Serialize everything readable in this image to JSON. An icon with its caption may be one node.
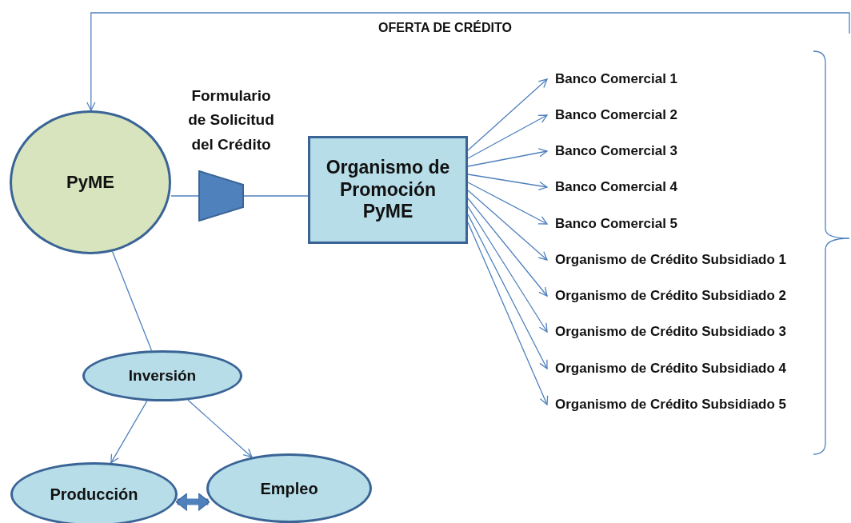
{
  "diagram": {
    "nodes": [
      {
        "text": [
          "PyME"
        ]
      },
      {
        "text": [],
        "shape": "trapezoid"
      },
      {
        "text": [
          "Organismo de Promoción PyME"
        ]
      },
      {
        "text": [
          "Banco Comercial 1"
        ]
      },
      {
        "text": [
          "Banco Comercial 2"
        ]
      },
      {
        "text": [
          "Banco Comercial 3"
        ]
      },
      {
        "text": [
          "Banco Comercial 4"
        ]
      },
      {
        "text": [
          "Banco Comercial 5"
        ]
      },
      {
        "text": [
          "Organismo de Crédito Subsidiado 1"
        ]
      },
      {
        "text": [
          "Organismo de Crédito Subsidiado 2"
        ]
      },
      {
        "text": [
          "Organismo de Crédito Subsidiado 3"
        ]
      },
      {
        "text": [
          "Organismo de Crédito Subsidiado 4"
        ]
      },
      {
        "text": [
          "Organismo de Crédito Subsidiado 5"
        ]
      },
      {
        "text": [
          "Inversión"
        ]
      },
      {
        "text": [
          "Producción"
        ]
      },
      {
        "text": [
          "Empleo"
        ]
      }
    ],
    "edges": [
      {
        "from": null,
        "to": 0,
        "arrow": "to",
        "label": "OFERTA DE CRÉDITO"
      },
      {
        "from": 0,
        "to": 1,
        "arrow": "none"
      },
      {
        "from": 1,
        "to": 2,
        "arrow": "none"
      },
      {
        "from": 2,
        "to": 3,
        "arrow": "to"
      },
      {
        "from": 2,
        "to": 4,
        "arrow": "to"
      },
      {
        "from": 2,
        "to": 5,
        "arrow": "to"
      },
      {
        "from": 2,
        "to": 6,
        "arrow": "to"
      },
      {
        "from": 2,
        "to": 7,
        "arrow": "to"
      },
      {
        "from": 2,
        "to": 8,
        "arrow": "to"
      },
      {
        "from": 2,
        "to": 9,
        "arrow": "to"
      },
      {
        "from": 2,
        "to": 10,
        "arrow": "to"
      },
      {
        "from": 2,
        "to": 11,
        "arrow": "to"
      },
      {
        "from": 2,
        "to": 12,
        "arrow": "to"
      },
      {
        "from": 0,
        "to": 13,
        "arrow": "none"
      },
      {
        "from": 13,
        "to": 14,
        "arrow": "to"
      },
      {
        "from": 13,
        "to": 15,
        "arrow": "to"
      },
      {
        "from": 14,
        "to": 15,
        "arrow": "both",
        "style": "thick"
      }
    ],
    "labels": [
      "Formulario de Solicitud del Crédito"
    ]
  }
}
